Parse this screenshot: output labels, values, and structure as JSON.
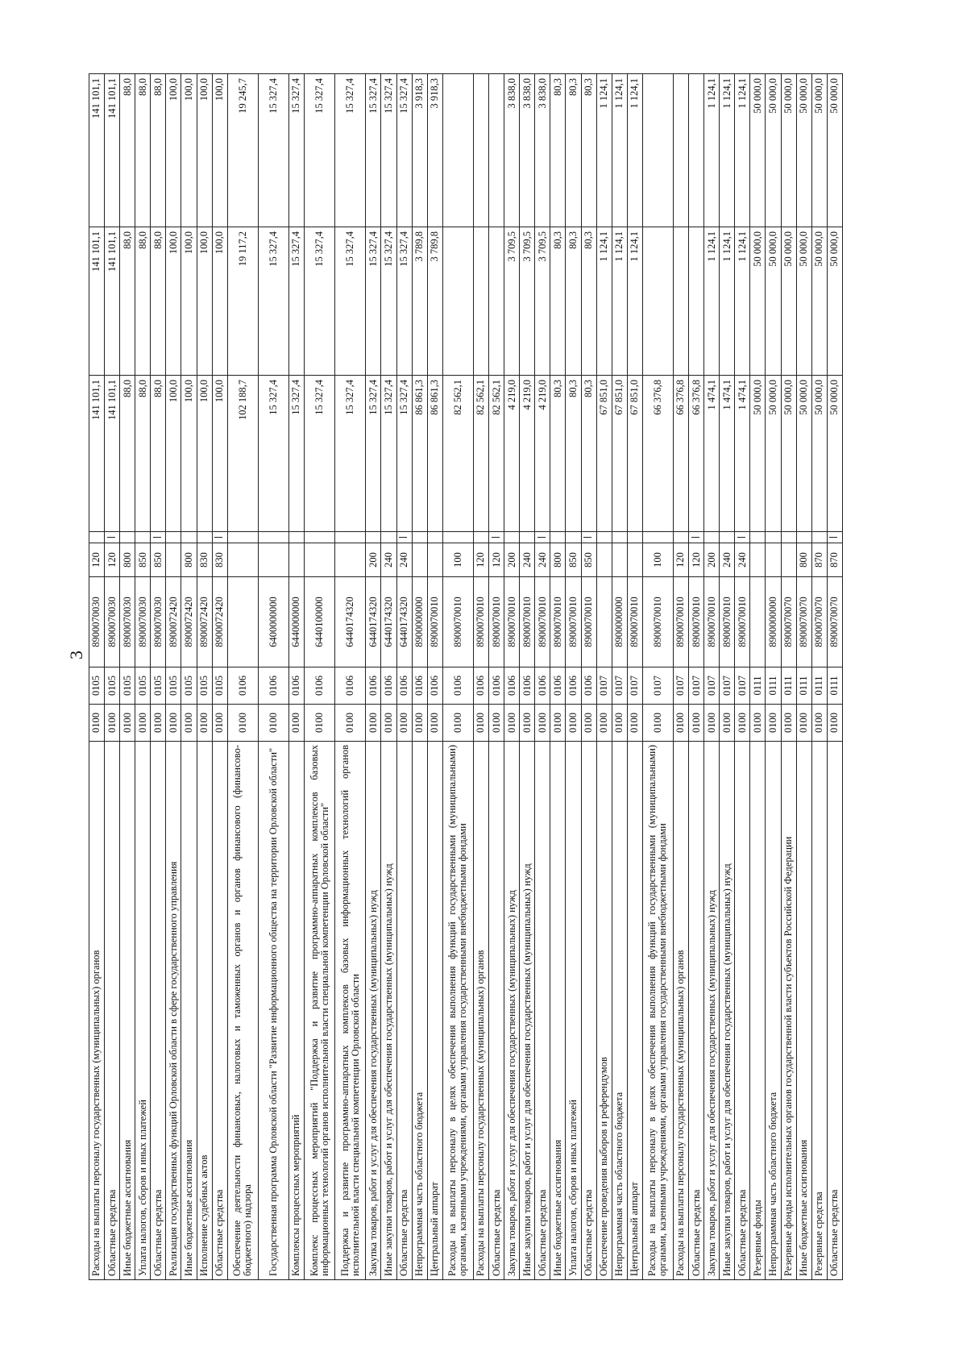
{
  "page_number": "3",
  "rows": [
    {
      "name": "Расходы на выплаты персоналу государственных (муниципальных) органов",
      "rz": "0100",
      "pr": "0105",
      "csr": "8900070030",
      "vr": "120",
      "m": "",
      "v1": "141 101,1",
      "v2": "141 101,1",
      "v3": "141 101,1",
      "tall": false
    },
    {
      "name": "Областные средства",
      "rz": "0100",
      "pr": "0105",
      "csr": "8900070030",
      "vr": "120",
      "m": "|",
      "v1": "141 101,1",
      "v2": "141 101,1",
      "v3": "141 101,1",
      "tall": false
    },
    {
      "name": "Иные бюджетные ассигнования",
      "rz": "0100",
      "pr": "0105",
      "csr": "8900070030",
      "vr": "800",
      "m": "",
      "v1": "88,0",
      "v2": "88,0",
      "v3": "88,0",
      "tall": false
    },
    {
      "name": "Уплата налогов, сборов и иных платежей",
      "rz": "0100",
      "pr": "0105",
      "csr": "8900070030",
      "vr": "850",
      "m": "",
      "v1": "88,0",
      "v2": "88,0",
      "v3": "88,0",
      "tall": false
    },
    {
      "name": "Областные средства",
      "rz": "0100",
      "pr": "0105",
      "csr": "8900070030",
      "vr": "850",
      "m": "|",
      "v1": "88,0",
      "v2": "88,0",
      "v3": "88,0",
      "tall": false
    },
    {
      "name": "Реализация государственных функций Орловской области в сфере государственного управления",
      "rz": "0100",
      "pr": "0105",
      "csr": "8900072420",
      "vr": "",
      "m": "",
      "v1": "100,0",
      "v2": "100,0",
      "v3": "100,0",
      "tall": false
    },
    {
      "name": "Иные бюджетные ассигнования",
      "rz": "0100",
      "pr": "0105",
      "csr": "8900072420",
      "vr": "800",
      "m": "",
      "v1": "100,0",
      "v2": "100,0",
      "v3": "100,0",
      "tall": false
    },
    {
      "name": "Исполнение судебных актов",
      "rz": "0100",
      "pr": "0105",
      "csr": "8900072420",
      "vr": "830",
      "m": "",
      "v1": "100,0",
      "v2": "100,0",
      "v3": "100,0",
      "tall": false
    },
    {
      "name": "Областные средства",
      "rz": "0100",
      "pr": "0105",
      "csr": "8900072420",
      "vr": "830",
      "m": "|",
      "v1": "100,0",
      "v2": "100,0",
      "v3": "100,0",
      "tall": false
    },
    {
      "name": "Обеспечение деятельности финансовых, налоговых и таможенных органов и органов финансового (финансово-бюджетного) надзора",
      "rz": "0100",
      "pr": "0106",
      "csr": "",
      "vr": "",
      "m": "",
      "v1": "102 188,7",
      "v2": "19 117,2",
      "v3": "19 245,7",
      "tall": true
    },
    {
      "name": "Государственная программа Орловской области \"Развитие информационного общества на территории Орловской области\"",
      "rz": "0100",
      "pr": "0106",
      "csr": "6400000000",
      "vr": "",
      "m": "",
      "v1": "15 327,4",
      "v2": "15 327,4",
      "v3": "15 327,4",
      "tall": true
    },
    {
      "name": "Комплексы процессных мероприятий",
      "rz": "0100",
      "pr": "0106",
      "csr": "6440000000",
      "vr": "",
      "m": "",
      "v1": "15 327,4",
      "v2": "15 327,4",
      "v3": "15 327,4",
      "tall": false
    },
    {
      "name": "Комплекс процессных мероприятий \"Поддержка и развитие программно-аппаратных комплексов базовых информационных технологий органов исполнительной власти специальной компетенции Орловской области\"",
      "rz": "0100",
      "pr": "0106",
      "csr": "6440100000",
      "vr": "",
      "m": "",
      "v1": "15 327,4",
      "v2": "15 327,4",
      "v3": "15 327,4",
      "tall": true
    },
    {
      "name": "Поддержка и развитие программно-аппаратных комплексов базовых информационных технологий органов исполнительной власти специальной компетенции Орловской области",
      "rz": "0100",
      "pr": "0106",
      "csr": "6440174320",
      "vr": "",
      "m": "",
      "v1": "15 327,4",
      "v2": "15 327,4",
      "v3": "15 327,4",
      "tall": true
    },
    {
      "name": "Закупка товаров, работ и услуг для обеспечения государственных (муниципальных) нужд",
      "rz": "0100",
      "pr": "0106",
      "csr": "6440174320",
      "vr": "200",
      "m": "",
      "v1": "15 327,4",
      "v2": "15 327,4",
      "v3": "15 327,4",
      "tall": false
    },
    {
      "name": "Иные закупки товаров, работ и услуг для обеспечения государственных (муниципальных) нужд",
      "rz": "0100",
      "pr": "0106",
      "csr": "6440174320",
      "vr": "240",
      "m": "",
      "v1": "15 327,4",
      "v2": "15 327,4",
      "v3": "15 327,4",
      "tall": false
    },
    {
      "name": "Областные средства",
      "rz": "0100",
      "pr": "0106",
      "csr": "6440174320",
      "vr": "240",
      "m": "|",
      "v1": "15 327,4",
      "v2": "15 327,4",
      "v3": "15 327,4",
      "tall": false
    },
    {
      "name": "Непрограммная часть областного бюджета",
      "rz": "0100",
      "pr": "0106",
      "csr": "8900000000",
      "vr": "",
      "m": "",
      "v1": "86 861,3",
      "v2": "3 789,8",
      "v3": "3 918,3",
      "tall": false
    },
    {
      "name": "Центральный аппарат",
      "rz": "0100",
      "pr": "0106",
      "csr": "8900070010",
      "vr": "",
      "m": "",
      "v1": "86 861,3",
      "v2": "3 789,8",
      "v3": "3 918,3",
      "tall": false
    },
    {
      "name": "Расходы на выплаты персоналу в целях обеспечения выполнения функций государственными (муниципальными) органами, казенными учреждениями, органами управления государственными внебюджетными фондами",
      "rz": "0100",
      "pr": "0106",
      "csr": "8900070010",
      "vr": "100",
      "m": "",
      "v1": "82 562,1",
      "v2": "",
      "v3": "",
      "tall": true
    },
    {
      "name": "Расходы на выплаты персоналу государственных (муниципальных) органов",
      "rz": "0100",
      "pr": "0106",
      "csr": "8900070010",
      "vr": "120",
      "m": "",
      "v1": "82 562,1",
      "v2": "",
      "v3": "",
      "tall": false
    },
    {
      "name": "Областные средства",
      "rz": "0100",
      "pr": "0106",
      "csr": "8900070010",
      "vr": "120",
      "m": "|",
      "v1": "82 562,1",
      "v2": "",
      "v3": "",
      "tall": false
    },
    {
      "name": "Закупка товаров, работ и услуг для обеспечения государственных (муниципальных) нужд",
      "rz": "0100",
      "pr": "0106",
      "csr": "8900070010",
      "vr": "200",
      "m": "",
      "v1": "4 219,0",
      "v2": "3 709,5",
      "v3": "3 838,0",
      "tall": false
    },
    {
      "name": "Иные закупки товаров, работ и услуг для обеспечения государственных (муниципальных) нужд",
      "rz": "0100",
      "pr": "0106",
      "csr": "8900070010",
      "vr": "240",
      "m": "",
      "v1": "4 219,0",
      "v2": "3 709,5",
      "v3": "3 838,0",
      "tall": false
    },
    {
      "name": "Областные средства",
      "rz": "0100",
      "pr": "0106",
      "csr": "8900070010",
      "vr": "240",
      "m": "|",
      "v1": "4 219,0",
      "v2": "3 709,5",
      "v3": "3 838,0",
      "tall": false
    },
    {
      "name": "Иные бюджетные ассигнования",
      "rz": "0100",
      "pr": "0106",
      "csr": "8900070010",
      "vr": "800",
      "m": "",
      "v1": "80,3",
      "v2": "80,3",
      "v3": "80,3",
      "tall": false
    },
    {
      "name": "Уплата налогов, сборов и иных платежей",
      "rz": "0100",
      "pr": "0106",
      "csr": "8900070010",
      "vr": "850",
      "m": "",
      "v1": "80,3",
      "v2": "80,3",
      "v3": "80,3",
      "tall": false
    },
    {
      "name": "Областные средства",
      "rz": "0100",
      "pr": "0106",
      "csr": "8900070010",
      "vr": "850",
      "m": "|",
      "v1": "80,3",
      "v2": "80,3",
      "v3": "80,3",
      "tall": false
    },
    {
      "name": "Обеспечение проведения выборов и референдумов",
      "rz": "0100",
      "pr": "0107",
      "csr": "",
      "vr": "",
      "m": "",
      "v1": "67 851,0",
      "v2": "1 124,1",
      "v3": "1 124,1",
      "tall": false
    },
    {
      "name": "Непрограммная часть областного бюджета",
      "rz": "0100",
      "pr": "0107",
      "csr": "8900000000",
      "vr": "",
      "m": "",
      "v1": "67 851,0",
      "v2": "1 124,1",
      "v3": "1 124,1",
      "tall": false
    },
    {
      "name": "Центральный аппарат",
      "rz": "0100",
      "pr": "0107",
      "csr": "8900070010",
      "vr": "",
      "m": "",
      "v1": "67 851,0",
      "v2": "1 124,1",
      "v3": "1 124,1",
      "tall": false
    },
    {
      "name": "Расходы на выплаты персоналу в целях обеспечения выполнения функций государственными (муниципальными) органами, казенными учреждениями, органами управления государственными внебюджетными фондами",
      "rz": "0100",
      "pr": "0107",
      "csr": "8900070010",
      "vr": "100",
      "m": "",
      "v1": "66 376,8",
      "v2": "",
      "v3": "",
      "tall": true
    },
    {
      "name": "Расходы на выплаты персоналу государственных (муниципальных) органов",
      "rz": "0100",
      "pr": "0107",
      "csr": "8900070010",
      "vr": "120",
      "m": "",
      "v1": "66 376,8",
      "v2": "",
      "v3": "",
      "tall": false
    },
    {
      "name": "Областные средства",
      "rz": "0100",
      "pr": "0107",
      "csr": "8900070010",
      "vr": "120",
      "m": "|",
      "v1": "66 376,8",
      "v2": "",
      "v3": "",
      "tall": false
    },
    {
      "name": "Закупка товаров, работ и услуг для обеспечения государственных (муниципальных) нужд",
      "rz": "0100",
      "pr": "0107",
      "csr": "8900070010",
      "vr": "200",
      "m": "",
      "v1": "1 474,1",
      "v2": "1 124,1",
      "v3": "1 124,1",
      "tall": false
    },
    {
      "name": "Иные закупки товаров, работ и услуг для обеспечения государственных (муниципальных) нужд",
      "rz": "0100",
      "pr": "0107",
      "csr": "8900070010",
      "vr": "240",
      "m": "",
      "v1": "1 474,1",
      "v2": "1 124,1",
      "v3": "1 124,1",
      "tall": false
    },
    {
      "name": "Областные средства",
      "rz": "0100",
      "pr": "0107",
      "csr": "8900070010",
      "vr": "240",
      "m": "|",
      "v1": "1 474,1",
      "v2": "1 124,1",
      "v3": "1 124,1",
      "tall": false
    },
    {
      "name": "Резервные фонды",
      "rz": "0100",
      "pr": "0111",
      "csr": "",
      "vr": "",
      "m": "",
      "v1": "50 000,0",
      "v2": "50 000,0",
      "v3": "50 000,0",
      "tall": false
    },
    {
      "name": "Непрограммная часть областного бюджета",
      "rz": "0100",
      "pr": "0111",
      "csr": "8900000000",
      "vr": "",
      "m": "",
      "v1": "50 000,0",
      "v2": "50 000,0",
      "v3": "50 000,0",
      "tall": false
    },
    {
      "name": "Резервные фонды исполнительных органов государственной власти субъектов Российской Федерации",
      "rz": "0100",
      "pr": "0111",
      "csr": "8900070070",
      "vr": "",
      "m": "",
      "v1": "50 000,0",
      "v2": "50 000,0",
      "v3": "50 000,0",
      "tall": false
    },
    {
      "name": "Иные бюджетные ассигнования",
      "rz": "0100",
      "pr": "0111",
      "csr": "8900070070",
      "vr": "800",
      "m": "",
      "v1": "50 000,0",
      "v2": "50 000,0",
      "v3": "50 000,0",
      "tall": false
    },
    {
      "name": "Резервные средства",
      "rz": "0100",
      "pr": "0111",
      "csr": "8900070070",
      "vr": "870",
      "m": "",
      "v1": "50 000,0",
      "v2": "50 000,0",
      "v3": "50 000,0",
      "tall": false
    },
    {
      "name": "Областные средства",
      "rz": "0100",
      "pr": "0111",
      "csr": "8900070070",
      "vr": "870",
      "m": "|",
      "v1": "50 000,0",
      "v2": "50 000,0",
      "v3": "50 000,0",
      "tall": false
    }
  ]
}
